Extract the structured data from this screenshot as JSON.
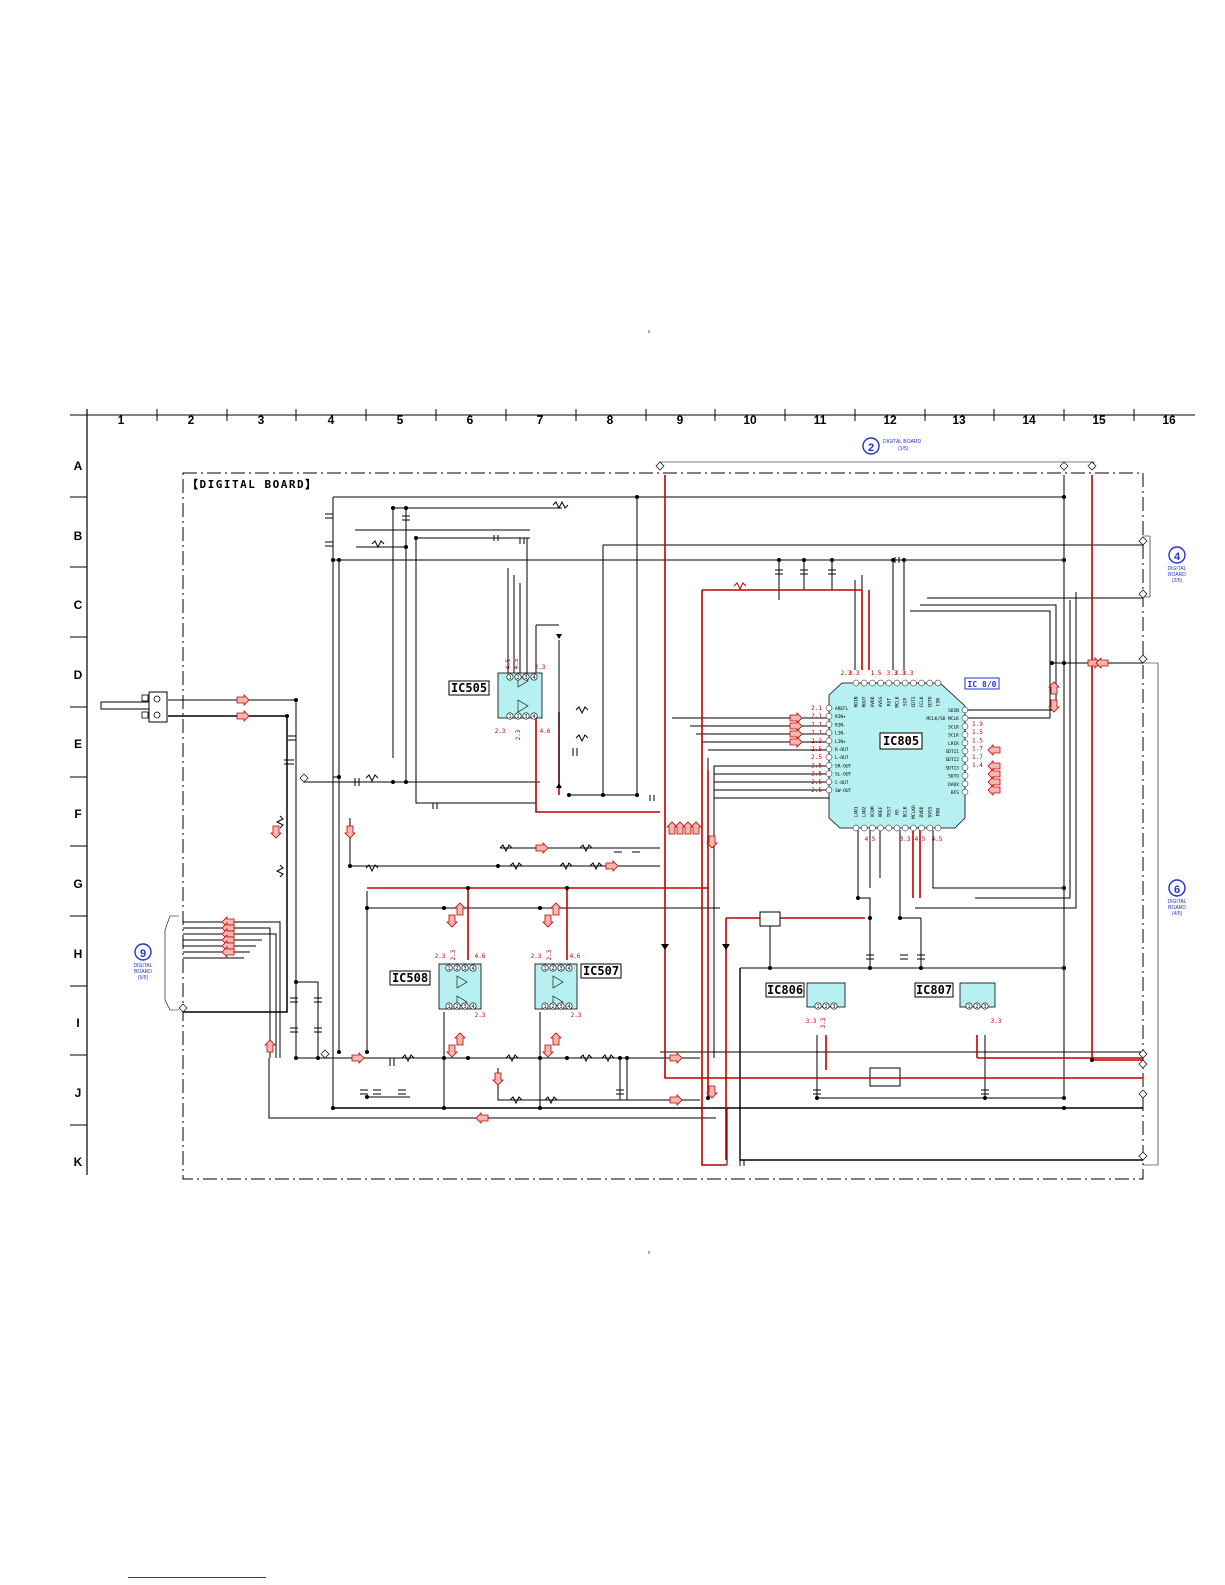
{
  "board_title": "【DIGITAL BOARD】",
  "grid": {
    "columns": [
      "1",
      "2",
      "3",
      "4",
      "5",
      "6",
      "7",
      "8",
      "9",
      "10",
      "11",
      "12",
      "13",
      "14",
      "15",
      "16"
    ],
    "rows": [
      "A",
      "B",
      "C",
      "D",
      "E",
      "F",
      "G",
      "H",
      "I",
      "J",
      "K"
    ]
  },
  "connectors": {
    "c2": {
      "num": "②",
      "line1": "DIGITAL BOARD",
      "line2": "(1/5)"
    },
    "c4": {
      "num": "④",
      "line1": "DIGITAL",
      "line2": "BOARD",
      "line3": "(2/5)"
    },
    "c6": {
      "num": "⑥",
      "line1": "DIGITAL",
      "line2": "BOARD",
      "line3": "(4/5)"
    },
    "c9": {
      "num": "⑨",
      "line1": "DIGITAL",
      "line2": "BOARD",
      "line3": "(5/5)"
    }
  },
  "ics": {
    "ic505": "IC505",
    "ic508": "IC508",
    "ic507": "IC507",
    "ic805": "IC805",
    "ic806": "IC806",
    "ic807": "IC807",
    "ic805_tag": "IC 8/0"
  },
  "ic805_pins": {
    "left": [
      "AREFL",
      "RIN+",
      "RIN-",
      "LIN-",
      "LIN+",
      "R-OUT",
      "L-OUT",
      "SR-OUT",
      "SL-OUT",
      "C-OUT",
      "SW-OUT"
    ],
    "right": [
      "SDIN",
      "MCLK/SD MCLK",
      "SCLK",
      "SCLK",
      "LRCK",
      "SDTI1",
      "SDTI2",
      "SDTI3",
      "SDTO",
      "DAUX",
      "BFS"
    ],
    "top": [
      "ROIN",
      "ROUT",
      "AVDD",
      "AVSS",
      "RST",
      "MCLK",
      "SCP",
      "CDTI",
      "CCLK",
      "CDTO",
      "CSN"
    ],
    "bottom": [
      "LAN1",
      "LAN2",
      "VCOM",
      "VREF",
      "TEST",
      "NS",
      "BCLK",
      "MCLKO",
      "DVDD",
      "DVSS",
      "PDN"
    ]
  },
  "voltages": {
    "ic505_top": [
      "4.5",
      "4.5",
      "2.3"
    ],
    "ic505_bottom": [
      "2.3",
      "2.3",
      "4.6"
    ],
    "ic508_top": [
      "2.3",
      "2.3",
      "4.6"
    ],
    "ic508_bottom": [
      "2.3"
    ],
    "ic507_top": [
      "2.3",
      "2.3",
      "4.6"
    ],
    "ic507_bottom": [
      "2.3"
    ],
    "ic805_left": [
      "2.1",
      "2.1",
      "2.1",
      "2.1",
      "2.3",
      "2.5",
      "2.5",
      "2.5",
      "2.5",
      "2.5",
      "2.5"
    ],
    "ic805_right": [
      "1.9",
      "1.5",
      "1.5",
      "1.7",
      "1.7",
      "1.4"
    ],
    "ic805_top": [
      "2.3",
      "3.3",
      "1.5",
      "3.3",
      "3.3",
      "3.3"
    ],
    "ic805_bottom": [
      "4.5",
      "3.3",
      "4.5",
      "4.5"
    ],
    "ic806": [
      "3.3",
      "3.3"
    ],
    "ic807": [
      "3.3"
    ]
  },
  "colors": {
    "line": "#000000",
    "signal": "#c00000",
    "ic_fill": "#b6f0f0",
    "connector_blue": "#2233cc",
    "arrow_fill": "#f2b8b0"
  }
}
